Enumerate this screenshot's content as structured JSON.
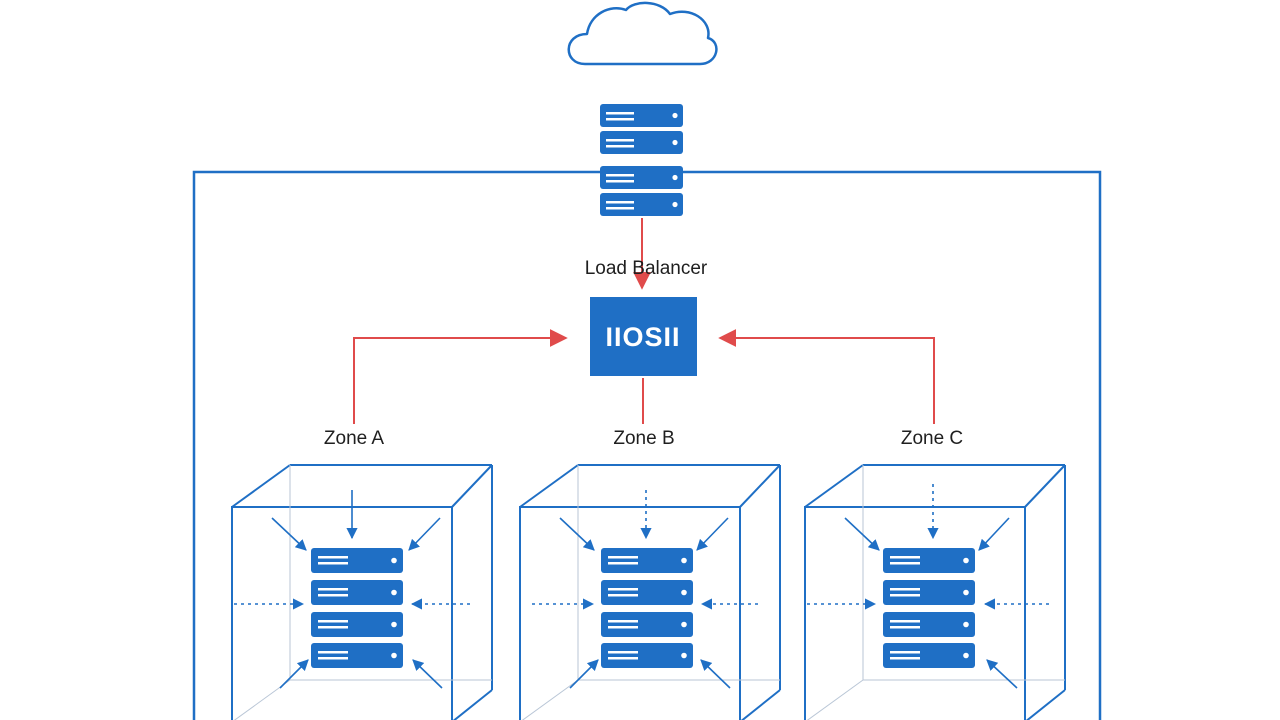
{
  "load_balancer": {
    "label": "Load Balancer",
    "badge": "IIOSII"
  },
  "zones": [
    {
      "label": "Zone A"
    },
    {
      "label": "Zone B"
    },
    {
      "label": "Zone C"
    }
  ],
  "icons": {
    "internet": "cloud-icon",
    "gateway": "server-stack-icon",
    "zone_server": "server-rack-icon"
  },
  "colors": {
    "primary": "#1f6fc5",
    "arrow": "#e04b4b",
    "text": "#1f1f1f",
    "background": "#ffffff"
  }
}
